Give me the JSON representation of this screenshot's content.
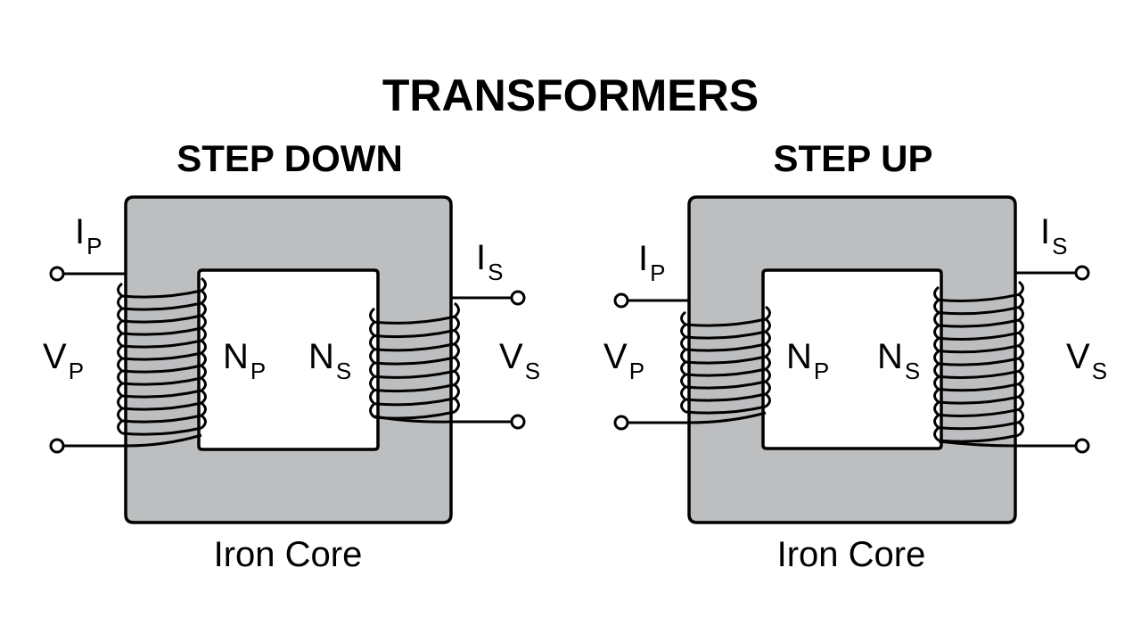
{
  "title": "TRANSFORMERS",
  "colors": {
    "background": "#ffffff",
    "core_fill": "#bdbec0",
    "stroke": "#000000"
  },
  "transformers": [
    {
      "id": "step-down",
      "heading": "STEP DOWN",
      "core_label": "Iron Core",
      "primary_turns": 12,
      "secondary_turns": 8,
      "labels": {
        "ip": "I",
        "ip_sub": "P",
        "vp": "V",
        "vp_sub": "P",
        "np": "N",
        "np_sub": "P",
        "ns": "N",
        "ns_sub": "S",
        "is": "I",
        "is_sub": "S",
        "vs": "V",
        "vs_sub": "S"
      }
    },
    {
      "id": "step-up",
      "heading": "STEP UP",
      "core_label": "Iron Core",
      "primary_turns": 8,
      "secondary_turns": 12,
      "labels": {
        "ip": "I",
        "ip_sub": "P",
        "vp": "V",
        "vp_sub": "P",
        "np": "N",
        "np_sub": "P",
        "ns": "N",
        "ns_sub": "S",
        "is": "I",
        "is_sub": "S",
        "vs": "V",
        "vs_sub": "S"
      }
    }
  ]
}
